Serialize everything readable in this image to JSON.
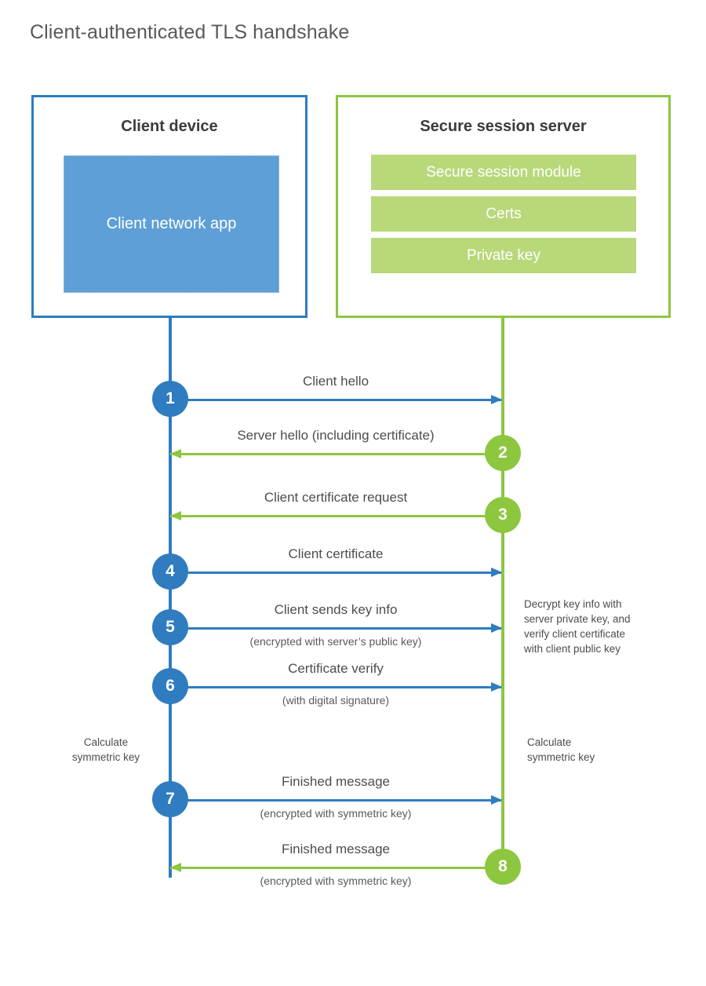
{
  "title": "Client-authenticated TLS handshake",
  "colors": {
    "client_blue": "#2f7cc0",
    "client_app_blue": "#5e9fd7",
    "server_green": "#8dc63f",
    "server_bar_green": "#b8d87a",
    "text": "#4d4d4d",
    "title_text": "#595959",
    "background": "#ffffff"
  },
  "client": {
    "title": "Client device",
    "app_label": "Client network app"
  },
  "server": {
    "title": "Secure session server",
    "components": [
      {
        "label": "Secure session module"
      },
      {
        "label": "Certs"
      },
      {
        "label": "Private key"
      }
    ]
  },
  "messages": [
    {
      "number": "1",
      "label": "Client hello",
      "sublabel": "",
      "direction": "client-to-server",
      "color": "blue"
    },
    {
      "number": "2",
      "label": "Server hello (including certificate)",
      "sublabel": "",
      "direction": "server-to-client",
      "color": "green"
    },
    {
      "number": "3",
      "label": "Client certificate request",
      "sublabel": "",
      "direction": "server-to-client",
      "color": "green"
    },
    {
      "number": "4",
      "label": "Client certificate",
      "sublabel": "",
      "direction": "client-to-server",
      "color": "blue"
    },
    {
      "number": "5",
      "label": "Client sends key info",
      "sublabel": "(encrypted with server’s public key)",
      "direction": "client-to-server",
      "color": "blue"
    },
    {
      "number": "6",
      "label": "Certificate verify",
      "sublabel": "(with digital signature)",
      "direction": "client-to-server",
      "color": "blue"
    },
    {
      "number": "7",
      "label": "Finished message",
      "sublabel": "(encrypted with symmetric key)",
      "direction": "client-to-server",
      "color": "blue"
    },
    {
      "number": "8",
      "label": "Finished message",
      "sublabel": "(encrypted with symmetric key)",
      "direction": "server-to-client",
      "color": "green"
    }
  ],
  "annotations": {
    "server_decrypt_note": {
      "line1": "Decrypt key info with",
      "line2": "server private key, and",
      "line3": "verify client certificate",
      "line4": "with client public key"
    },
    "client_calculate": {
      "line1": "Calculate",
      "line2": "symmetric key"
    },
    "server_calculate": {
      "line1": "Calculate",
      "line2": "symmetric key"
    }
  }
}
